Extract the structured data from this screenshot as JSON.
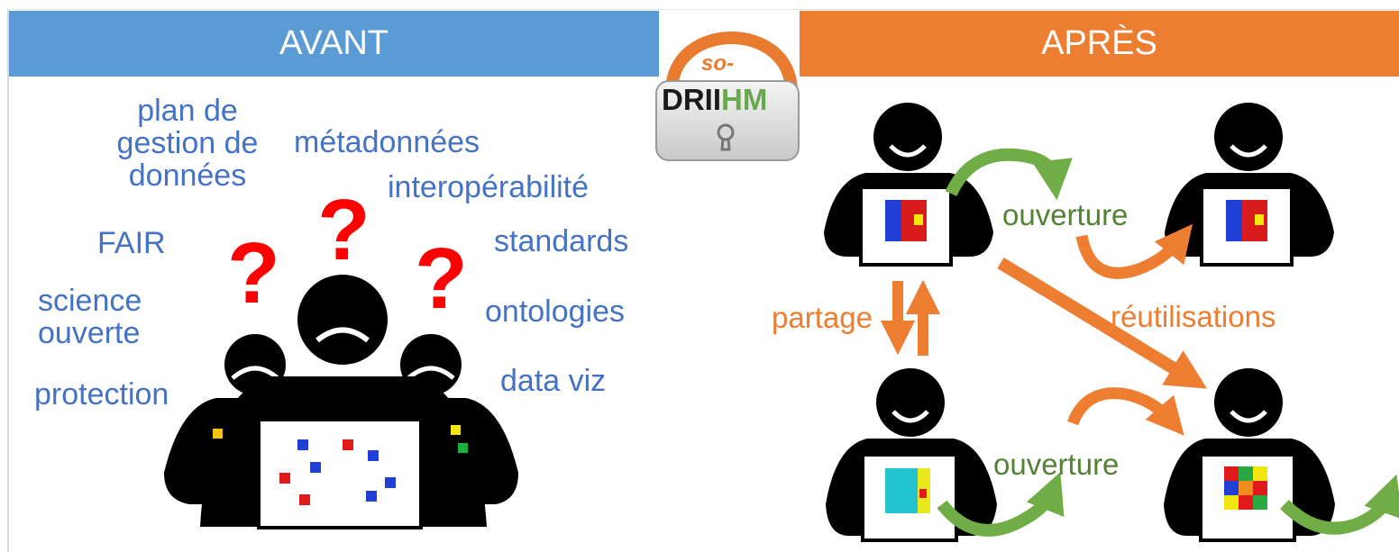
{
  "header": {
    "left_title": "AVANT",
    "right_title": "APRÈS"
  },
  "logo": {
    "prefix": "so-",
    "name_dark": "DRII",
    "name_green": "HM"
  },
  "before": {
    "keywords": {
      "data_plan": "plan de\ngestion de\ndonnées",
      "metadata": "métadonnées",
      "interop": "interopérabilité",
      "fair": "FAIR",
      "standards": "standards",
      "open_science": "science\nouverte",
      "ontologies": "ontologies",
      "protection": "protection",
      "dataviz": "data viz"
    },
    "question_marks": [
      "?",
      "?",
      "?"
    ]
  },
  "after": {
    "labels": {
      "opening_top": "ouverture",
      "opening_bottom": "ouverture",
      "sharing": "partage",
      "reuse": "réutilisations"
    }
  },
  "colors": {
    "blue_banner": "#5b9bd5",
    "orange_banner": "#ed7d31",
    "keyword_blue": "#4472c4",
    "question_red": "#ff0000",
    "green_arrow": "#70ad47",
    "orange_arrow": "#ed7d31"
  }
}
